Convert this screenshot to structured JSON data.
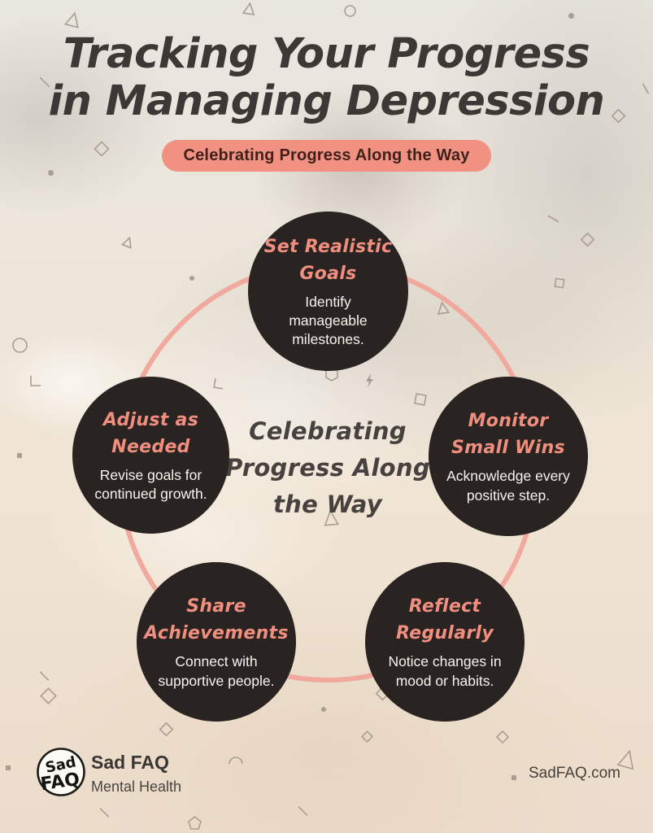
{
  "header": {
    "title": "Tracking Your Progress\nin Managing Depression",
    "badge": "Celebrating Progress Along the Way"
  },
  "center": {
    "label": "Celebrating\nProgress Along\nthe Way"
  },
  "nodes": [
    {
      "title": "Set Realistic\nGoals",
      "description": "Identify\nmanageable\nmilestones."
    },
    {
      "title": "Monitor\nSmall Wins",
      "description": "Acknowledge every\npositive step."
    },
    {
      "title": "Reflect\nRegularly",
      "description": "Notice changes in\nmood or habits."
    },
    {
      "title": "Share\nAchievements",
      "description": "Connect with\nsupportive people."
    },
    {
      "title": "Adjust as\nNeeded",
      "description": "Revise goals for\ncontinued growth."
    }
  ],
  "footer": {
    "logo_word_top": "Sad",
    "logo_word_bottom": "FAQ",
    "brand_name": "Sad FAQ",
    "brand_tagline": "Mental Health",
    "website": "SadFAQ.com"
  },
  "colors": {
    "accent_salmon": "#f09182",
    "ring_pink": "#f1a99d",
    "node_dark": "#292321",
    "node_heading_pink": "#f08e7f",
    "title_dark": "#3c3836",
    "background_cream": "#ece4d6"
  }
}
